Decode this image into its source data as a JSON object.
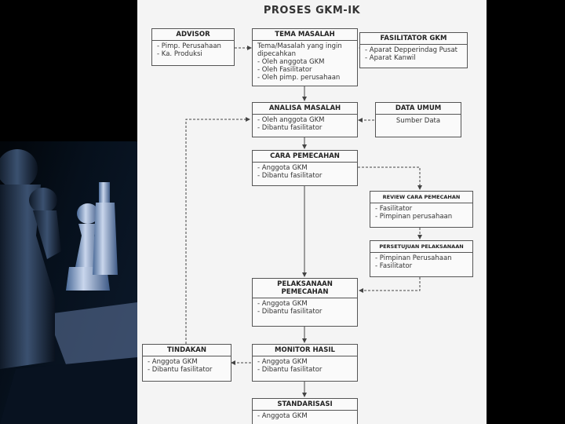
{
  "title": "PROSES GKM-IK",
  "advisor": {
    "header": "ADVISOR",
    "items": [
      "Pimp. Perusahaan",
      "Ka. Produksi"
    ]
  },
  "tema": {
    "header": "TEMA MASALAH",
    "lead": [
      "Tema/Masalah yang ingin",
      "dipecahkan"
    ],
    "items": [
      "Oleh anggota GKM",
      "Oleh Fasilitator",
      "Oleh pimp. perusahaan"
    ]
  },
  "fasilitator": {
    "header": "FASILITATOR GKM",
    "items": [
      "Aparat Depperindag Pusat",
      "Aparat Kanwil"
    ]
  },
  "analisa": {
    "header": "ANALISA MASALAH",
    "items": [
      "Oleh anggota GKM",
      "Dibantu fasilitator"
    ]
  },
  "data_umum": {
    "header": "DATA UMUM",
    "body": "Sumber Data"
  },
  "cara": {
    "header": "CARA PEMECAHAN",
    "items": [
      "Anggota GKM",
      "Dibantu fasilitator"
    ]
  },
  "review": {
    "header": "REVIEW CARA PEMECAHAN",
    "items": [
      "Fasilitator",
      "Pimpinan perusahaan"
    ]
  },
  "persetujuan": {
    "header": "PERSETUJUAN PELAKSANAAN",
    "items": [
      "Pimpinan Perusahaan",
      "Fasilitator"
    ]
  },
  "pelaksanaan": {
    "header_1": "PELAKSANAAN",
    "header_2": "PEMECAHAN",
    "items": [
      "Anggota GKM",
      "Dibantu fasilitator"
    ]
  },
  "tindakan": {
    "header": "TINDAKAN",
    "items": [
      "Anggota GKM",
      "Dibantu fasilitator"
    ]
  },
  "monitor": {
    "header": "MONITOR HASIL",
    "items": [
      "Anggota GKM",
      "Dibantu fasilitator"
    ]
  },
  "standarisasi": {
    "header": "STANDARISASI",
    "items": [
      "Anggota GKM"
    ]
  },
  "colors": {
    "sheet": "#f4f4f4",
    "line": "#444444",
    "chess_dark": "#0b1420",
    "chess_light": "#9fb3d4"
  }
}
